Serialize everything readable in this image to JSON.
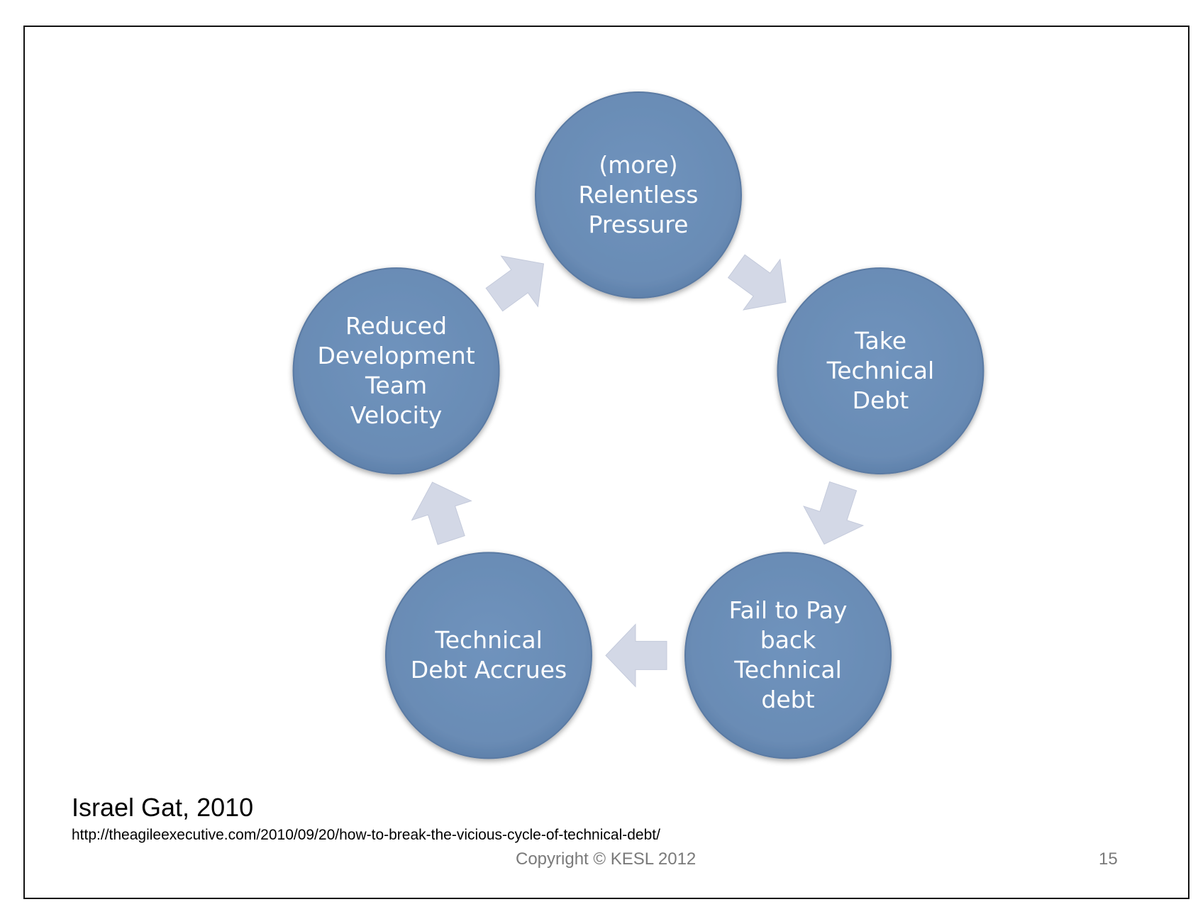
{
  "diagram": {
    "type": "cycle",
    "nodes": [
      {
        "id": "n1",
        "label": "(more)\nRelentless\nPressure"
      },
      {
        "id": "n2",
        "label": "Take\nTechnical\nDebt"
      },
      {
        "id": "n3",
        "label": "Fail to Pay\nback\nTechnical\ndebt"
      },
      {
        "id": "n4",
        "label": "Technical\nDebt Accrues"
      },
      {
        "id": "n5",
        "label": "Reduced\nDevelopment\nTeam\nVelocity"
      }
    ],
    "edges": [
      {
        "from": "n1",
        "to": "n2"
      },
      {
        "from": "n2",
        "to": "n3"
      },
      {
        "from": "n3",
        "to": "n4"
      },
      {
        "from": "n4",
        "to": "n5"
      },
      {
        "from": "n5",
        "to": "n1"
      }
    ],
    "colors": {
      "node_fill": "#6c8eb7",
      "node_stroke": "#5a7aa3",
      "arrow_fill": "#d3d8e6"
    }
  },
  "attribution": {
    "author": "Israel Gat, 2010",
    "url": "http://theagileexecutive.com/2010/09/20/how-to-break-the-vicious-cycle-of-technical-debt/"
  },
  "footer": {
    "copyright": "Copyright © KESL 2012",
    "page_number": "15"
  }
}
